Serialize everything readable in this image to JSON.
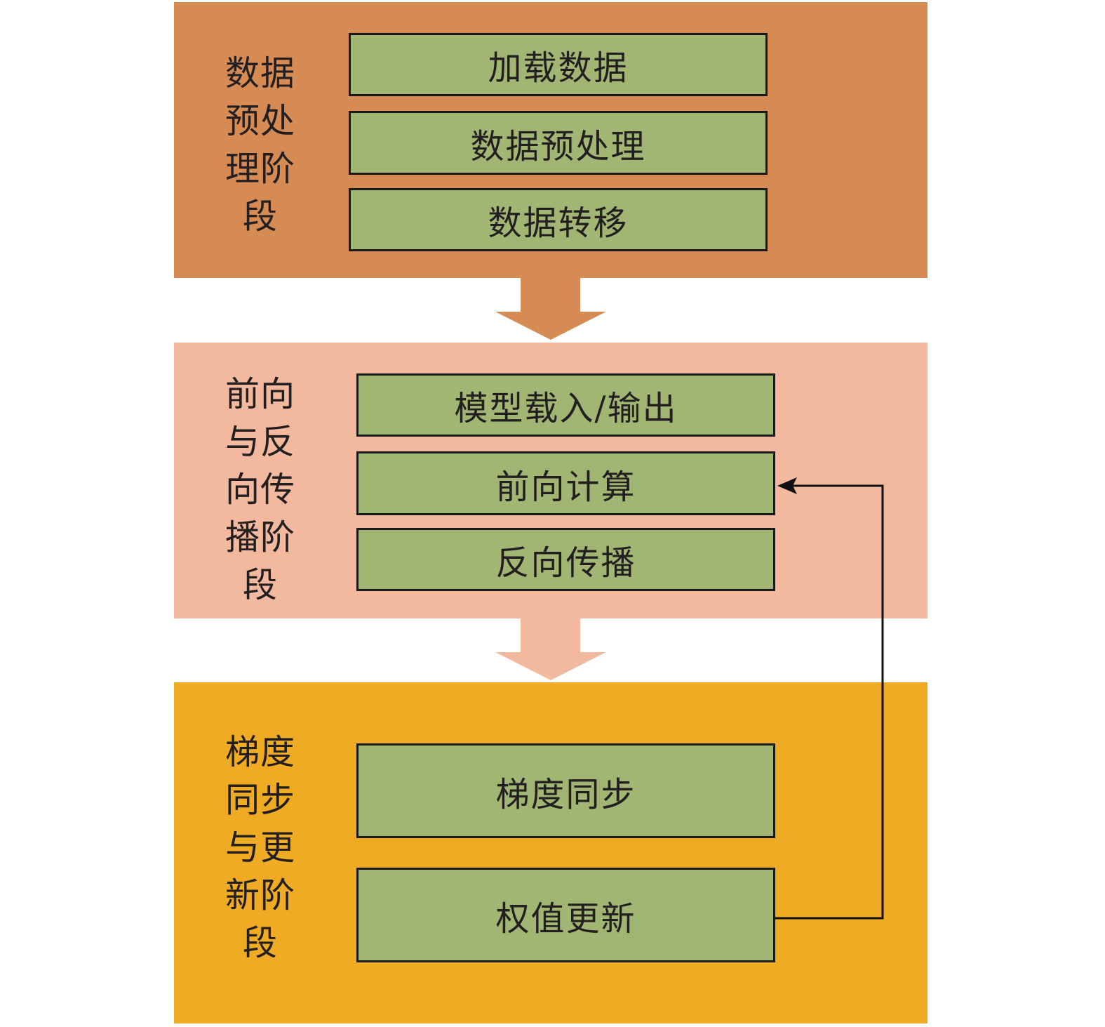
{
  "colors": {
    "stage_1": "#d68b54",
    "stage_2": "#f2b99e",
    "stage_3": "#f0ab24",
    "step_fill": "#a2b674",
    "border": "#1a1a1a"
  },
  "stages": [
    {
      "label": "数据预处理阶段",
      "steps": [
        "加载数据",
        "数据预处理",
        "数据转移"
      ]
    },
    {
      "label": "前向与反向传播阶段",
      "steps": [
        "模型载入/输出",
        "前向计算",
        "反向传播"
      ]
    },
    {
      "label": "梯度同步与更新阶段",
      "steps": [
        "梯度同步",
        "权值更新"
      ]
    }
  ],
  "flow": {
    "stage_transitions": [
      "stage-1 -> stage-2",
      "stage-2 -> stage-3"
    ],
    "feedback": "权值更新 -> 前向计算"
  }
}
